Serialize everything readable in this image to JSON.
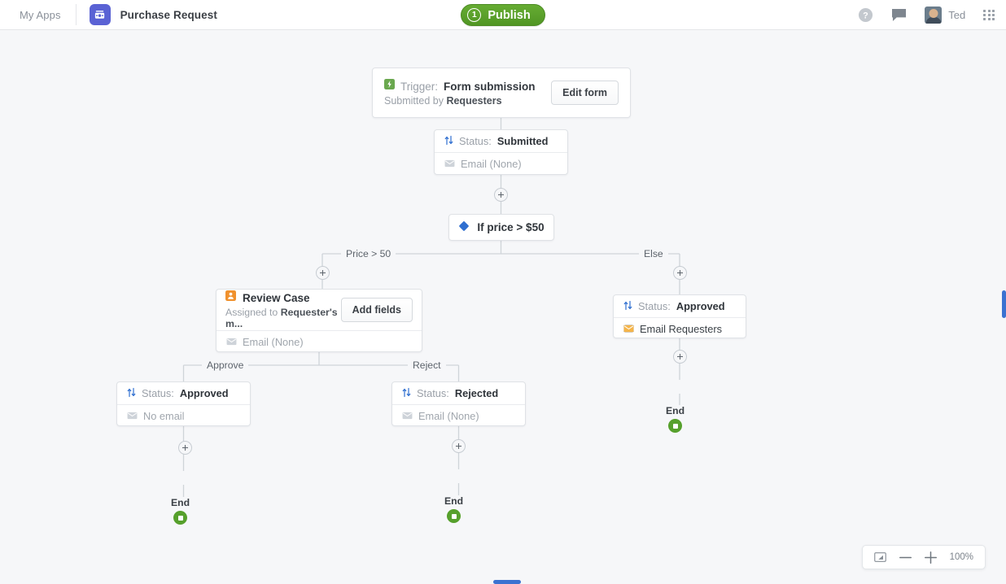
{
  "header": {
    "my_apps_label": "My Apps",
    "app_title": "Purchase Request",
    "app_icon": "cash-app-icon",
    "publish_label": "Publish",
    "publish_count": "1",
    "help_icon": "help-circle-icon",
    "chat_icon": "chat-bubble-icon",
    "avatar_icon": "user-avatar",
    "user_name": "Ted",
    "apps_grid_icon": "apps-grid-icon"
  },
  "workflow": {
    "trigger": {
      "icon": "lightning-bolt-icon",
      "label": "Trigger:",
      "value": "Form submission",
      "subtitle_prefix": "Submitted by",
      "subtitle_value": "Requesters",
      "button_label": "Edit form"
    },
    "status_submitted": {
      "icon": "status-arrows-icon",
      "label": "Status:",
      "value": "Submitted",
      "email_icon": "envelope-icon",
      "email_text": "Email (None)"
    },
    "condition": {
      "icon": "diamond-icon",
      "label": "If price > $50",
      "branch_true_label": "Price > 50",
      "branch_false_label": "Else"
    },
    "review_case": {
      "icon": "person-task-icon",
      "title": "Review Case",
      "assigned_prefix": "Assigned to",
      "assigned_value": "Requester's m...",
      "button_label": "Add fields",
      "email_icon": "envelope-icon",
      "email_text": "Email (None)",
      "branch_approve_label": "Approve",
      "branch_reject_label": "Reject"
    },
    "approved_left": {
      "icon": "status-arrows-icon",
      "label": "Status:",
      "value": "Approved",
      "email_icon": "envelope-icon",
      "email_text": "No email"
    },
    "rejected": {
      "icon": "status-arrows-icon",
      "label": "Status:",
      "value": "Rejected",
      "email_icon": "envelope-icon",
      "email_text": "Email (None)"
    },
    "approved_right": {
      "icon": "status-arrows-icon",
      "label": "Status:",
      "value": "Approved",
      "email_icon": "envelope-filled-icon",
      "email_text": "Email Requesters"
    },
    "end_labels": {
      "left": "End",
      "middle": "End",
      "right": "End"
    },
    "add_step_icon": "plus-icon",
    "end_icon": "stop-square-icon"
  },
  "zoom_control": {
    "fit_icon": "fit-to-screen-icon",
    "minus_label": "—",
    "plus_label": "+",
    "percent": "100%"
  },
  "colors": {
    "accent_green": "#56a02c",
    "accent_blue": "#2f6fd0",
    "accent_orange": "#f0912d",
    "app_purple": "#5a62d4",
    "scrollbar": "#3b72d1",
    "canvas_bg": "#f6f7f9"
  }
}
